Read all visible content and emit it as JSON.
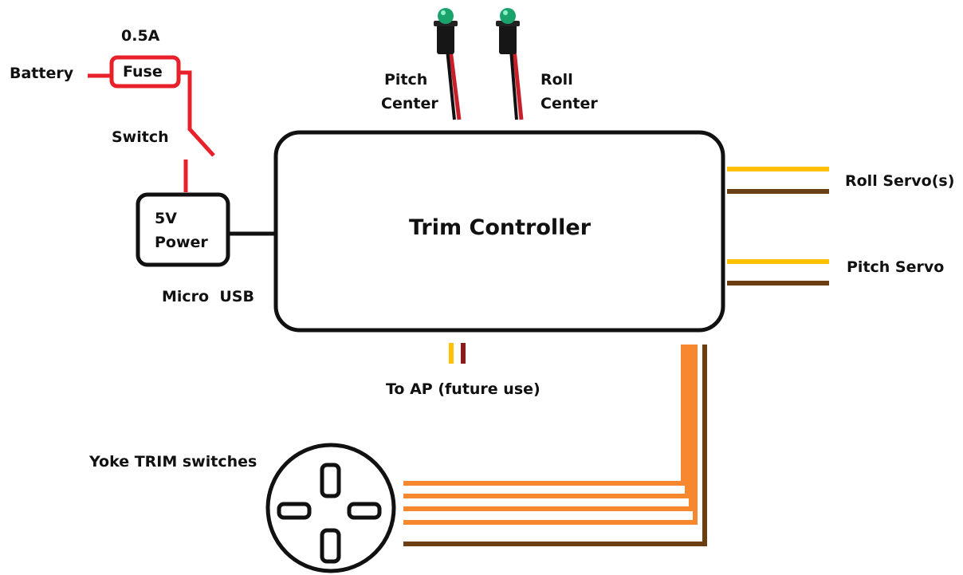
{
  "diagram": {
    "controller": {
      "title": "Trim Controller"
    },
    "power": {
      "battery_label": "Battery",
      "fuse_label": "Fuse",
      "fuse_rating": "0.5A",
      "switch_label": "Switch",
      "supply_line1": "5V",
      "supply_line2": "Power",
      "connector_label": "Micro  USB"
    },
    "leds": {
      "pitch_line1": "Pitch",
      "pitch_line2": "Center",
      "roll_line1": "Roll",
      "roll_line2": "Center"
    },
    "servos": {
      "roll": "Roll Servo(s)",
      "pitch": "Pitch Servo"
    },
    "autopilot": {
      "label": "To AP (future use)"
    },
    "yoke": {
      "label": "Yoke TRIM switches"
    },
    "colors": {
      "fuse_wire": "#e8202a",
      "black_wire": "#111111",
      "servo_signal": "#ffc000",
      "servo_ground": "#6b3f12",
      "yoke_wire": "#f7882f",
      "ap_red": "#8b1a1a",
      "led_green": "#1aa36b"
    }
  }
}
